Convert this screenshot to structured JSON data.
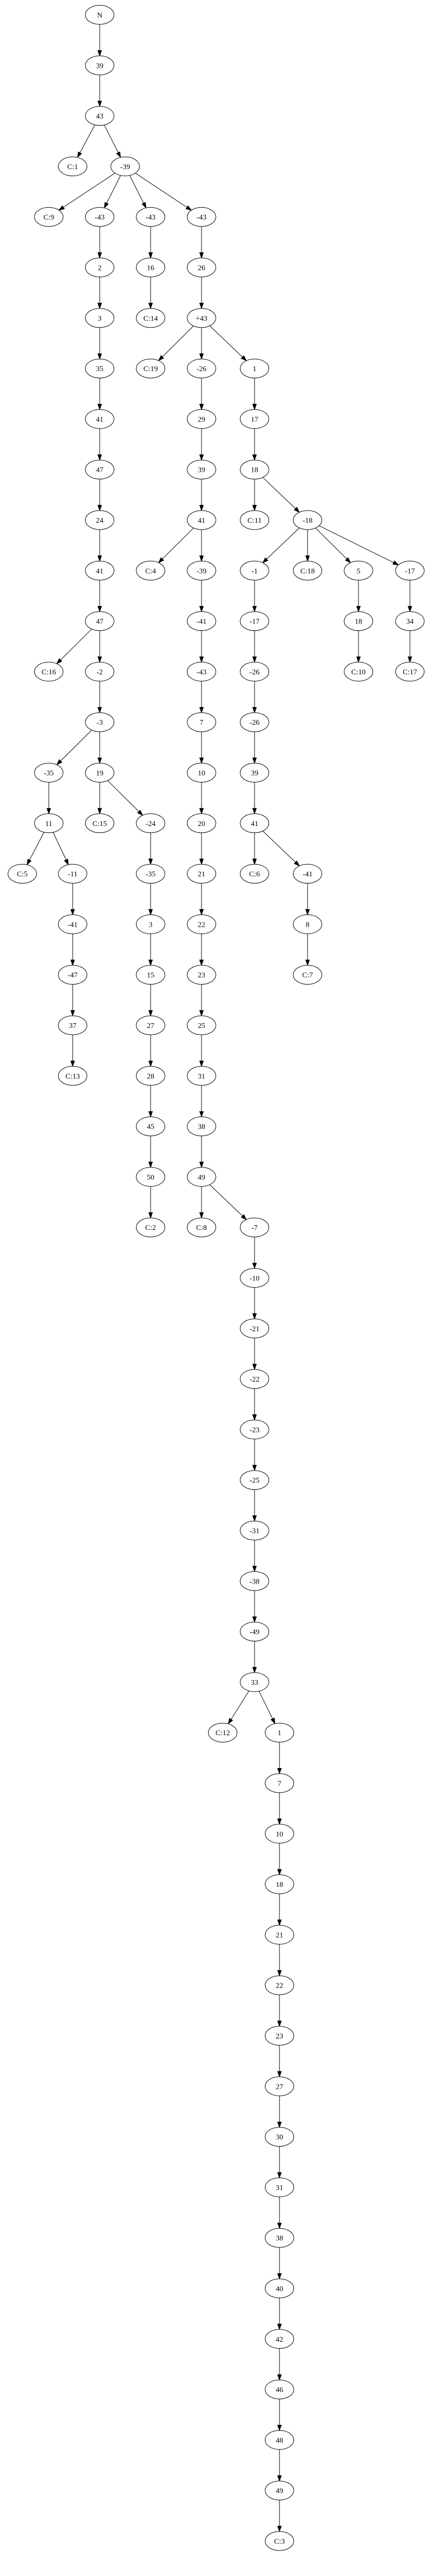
{
  "nodes": [
    {
      "id": "n0",
      "label": "N"
    },
    {
      "id": "n1",
      "label": "39"
    },
    {
      "id": "n2",
      "label": "43"
    },
    {
      "id": "n3",
      "label": "C:1"
    },
    {
      "id": "n4",
      "label": "-39"
    },
    {
      "id": "n5",
      "label": "C:9"
    },
    {
      "id": "n6",
      "label": "-43"
    },
    {
      "id": "n7",
      "label": "-43"
    },
    {
      "id": "n8",
      "label": "-43"
    },
    {
      "id": "n9",
      "label": "2"
    },
    {
      "id": "n10",
      "label": "16"
    },
    {
      "id": "n11",
      "label": "26"
    },
    {
      "id": "n12",
      "label": "3"
    },
    {
      "id": "n13",
      "label": "C:14"
    },
    {
      "id": "n14",
      "label": "+43"
    },
    {
      "id": "n15",
      "label": "35"
    },
    {
      "id": "n16",
      "label": "C:19"
    },
    {
      "id": "n17",
      "label": "-26"
    },
    {
      "id": "n18",
      "label": "1"
    },
    {
      "id": "n19",
      "label": "41"
    },
    {
      "id": "n20",
      "label": "29"
    },
    {
      "id": "n21",
      "label": "17"
    },
    {
      "id": "n22",
      "label": "47"
    },
    {
      "id": "n23",
      "label": "39"
    },
    {
      "id": "n24",
      "label": "18"
    },
    {
      "id": "n25",
      "label": "24"
    },
    {
      "id": "n26",
      "label": "41"
    },
    {
      "id": "n27",
      "label": "C:11"
    },
    {
      "id": "n28",
      "label": "-18"
    },
    {
      "id": "n29",
      "label": "41"
    },
    {
      "id": "n30",
      "label": "C:4"
    },
    {
      "id": "n31",
      "label": "-39"
    },
    {
      "id": "n32",
      "label": "-1"
    },
    {
      "id": "n33",
      "label": "C:18"
    },
    {
      "id": "n34",
      "label": "5"
    },
    {
      "id": "n35",
      "label": "-17"
    },
    {
      "id": "n36",
      "label": "47"
    },
    {
      "id": "n37",
      "label": "-41"
    },
    {
      "id": "n38",
      "label": "-17"
    },
    {
      "id": "n39",
      "label": "18"
    },
    {
      "id": "n40",
      "label": "34"
    },
    {
      "id": "n41",
      "label": "C:16"
    },
    {
      "id": "n42",
      "label": "-2"
    },
    {
      "id": "n43",
      "label": "-43"
    },
    {
      "id": "n44",
      "label": "-26"
    },
    {
      "id": "n45",
      "label": "C:10"
    },
    {
      "id": "n46",
      "label": "C:17"
    },
    {
      "id": "n47",
      "label": "-3"
    },
    {
      "id": "n48",
      "label": "7"
    },
    {
      "id": "n49",
      "label": "-26"
    },
    {
      "id": "n50",
      "label": "-35"
    },
    {
      "id": "n51",
      "label": "19"
    },
    {
      "id": "n52",
      "label": "10"
    },
    {
      "id": "n53",
      "label": "39"
    },
    {
      "id": "n54",
      "label": "11"
    },
    {
      "id": "n55",
      "label": "C:15"
    },
    {
      "id": "n56",
      "label": "-24"
    },
    {
      "id": "n57",
      "label": "20"
    },
    {
      "id": "n58",
      "label": "41"
    },
    {
      "id": "n59",
      "label": "C:5"
    },
    {
      "id": "n60",
      "label": "-11"
    },
    {
      "id": "n61",
      "label": "-35"
    },
    {
      "id": "n62",
      "label": "21"
    },
    {
      "id": "n63",
      "label": "C:6"
    },
    {
      "id": "n64",
      "label": "-41"
    },
    {
      "id": "n65",
      "label": "-41"
    },
    {
      "id": "n66",
      "label": "3"
    },
    {
      "id": "n67",
      "label": "22"
    },
    {
      "id": "n68",
      "label": "8"
    },
    {
      "id": "n69",
      "label": "-47"
    },
    {
      "id": "n70",
      "label": "15"
    },
    {
      "id": "n71",
      "label": "23"
    },
    {
      "id": "n72",
      "label": "C:7"
    },
    {
      "id": "n73",
      "label": "37"
    },
    {
      "id": "n74",
      "label": "27"
    },
    {
      "id": "n75",
      "label": "25"
    },
    {
      "id": "n76",
      "label": "C:13"
    },
    {
      "id": "n77",
      "label": "28"
    },
    {
      "id": "n78",
      "label": "31"
    },
    {
      "id": "n79",
      "label": "45"
    },
    {
      "id": "n80",
      "label": "38"
    },
    {
      "id": "n81",
      "label": "50"
    },
    {
      "id": "n82",
      "label": "49"
    },
    {
      "id": "n83",
      "label": "C:2"
    },
    {
      "id": "n84",
      "label": "C:8"
    },
    {
      "id": "n85",
      "label": "-7"
    },
    {
      "id": "n86",
      "label": "-10"
    },
    {
      "id": "n87",
      "label": "-21"
    },
    {
      "id": "n88",
      "label": "-22"
    },
    {
      "id": "n89",
      "label": "-23"
    },
    {
      "id": "n90",
      "label": "-25"
    },
    {
      "id": "n91",
      "label": "-31"
    },
    {
      "id": "n92",
      "label": "-38"
    },
    {
      "id": "n93",
      "label": "-49"
    },
    {
      "id": "n94",
      "label": "33"
    },
    {
      "id": "n95",
      "label": "C:12"
    },
    {
      "id": "n96",
      "label": "1"
    },
    {
      "id": "n97",
      "label": "7"
    },
    {
      "id": "n98",
      "label": "10"
    },
    {
      "id": "n99",
      "label": "18"
    },
    {
      "id": "n100",
      "label": "21"
    },
    {
      "id": "n101",
      "label": "22"
    },
    {
      "id": "n102",
      "label": "23"
    },
    {
      "id": "n103",
      "label": "27"
    },
    {
      "id": "n104",
      "label": "30"
    },
    {
      "id": "n105",
      "label": "31"
    },
    {
      "id": "n106",
      "label": "38"
    },
    {
      "id": "n107",
      "label": "40"
    },
    {
      "id": "n108",
      "label": "42"
    },
    {
      "id": "n109",
      "label": "46"
    },
    {
      "id": "n110",
      "label": "48"
    },
    {
      "id": "n111",
      "label": "49"
    },
    {
      "id": "n112",
      "label": "C:3"
    }
  ],
  "edges": [
    [
      "n0",
      "n1"
    ],
    [
      "n1",
      "n2"
    ],
    [
      "n2",
      "n3"
    ],
    [
      "n2",
      "n4"
    ],
    [
      "n4",
      "n5"
    ],
    [
      "n4",
      "n6"
    ],
    [
      "n4",
      "n7"
    ],
    [
      "n4",
      "n8"
    ],
    [
      "n6",
      "n9"
    ],
    [
      "n7",
      "n10"
    ],
    [
      "n8",
      "n11"
    ],
    [
      "n9",
      "n12"
    ],
    [
      "n10",
      "n13"
    ],
    [
      "n11",
      "n14"
    ],
    [
      "n12",
      "n15"
    ],
    [
      "n14",
      "n16"
    ],
    [
      "n14",
      "n17"
    ],
    [
      "n14",
      "n18"
    ],
    [
      "n15",
      "n19"
    ],
    [
      "n17",
      "n20"
    ],
    [
      "n18",
      "n21"
    ],
    [
      "n19",
      "n22"
    ],
    [
      "n20",
      "n23"
    ],
    [
      "n21",
      "n24"
    ],
    [
      "n22",
      "n25"
    ],
    [
      "n23",
      "n26"
    ],
    [
      "n24",
      "n27"
    ],
    [
      "n24",
      "n28"
    ],
    [
      "n25",
      "n29"
    ],
    [
      "n26",
      "n30"
    ],
    [
      "n26",
      "n31"
    ],
    [
      "n28",
      "n32"
    ],
    [
      "n28",
      "n33"
    ],
    [
      "n28",
      "n34"
    ],
    [
      "n28",
      "n35"
    ],
    [
      "n29",
      "n36"
    ],
    [
      "n31",
      "n37"
    ],
    [
      "n32",
      "n38"
    ],
    [
      "n34",
      "n39"
    ],
    [
      "n35",
      "n40"
    ],
    [
      "n36",
      "n41"
    ],
    [
      "n36",
      "n42"
    ],
    [
      "n37",
      "n43"
    ],
    [
      "n38",
      "n44"
    ],
    [
      "n39",
      "n45"
    ],
    [
      "n40",
      "n46"
    ],
    [
      "n42",
      "n47"
    ],
    [
      "n43",
      "n48"
    ],
    [
      "n44",
      "n49"
    ],
    [
      "n47",
      "n50"
    ],
    [
      "n47",
      "n51"
    ],
    [
      "n48",
      "n52"
    ],
    [
      "n49",
      "n53"
    ],
    [
      "n50",
      "n54"
    ],
    [
      "n51",
      "n55"
    ],
    [
      "n51",
      "n56"
    ],
    [
      "n52",
      "n57"
    ],
    [
      "n53",
      "n58"
    ],
    [
      "n54",
      "n59"
    ],
    [
      "n54",
      "n60"
    ],
    [
      "n56",
      "n61"
    ],
    [
      "n57",
      "n62"
    ],
    [
      "n58",
      "n63"
    ],
    [
      "n58",
      "n64"
    ],
    [
      "n60",
      "n65"
    ],
    [
      "n61",
      "n66"
    ],
    [
      "n62",
      "n67"
    ],
    [
      "n64",
      "n68"
    ],
    [
      "n65",
      "n69"
    ],
    [
      "n66",
      "n70"
    ],
    [
      "n67",
      "n71"
    ],
    [
      "n68",
      "n72"
    ],
    [
      "n69",
      "n73"
    ],
    [
      "n70",
      "n74"
    ],
    [
      "n71",
      "n75"
    ],
    [
      "n73",
      "n76"
    ],
    [
      "n74",
      "n77"
    ],
    [
      "n75",
      "n78"
    ],
    [
      "n77",
      "n79"
    ],
    [
      "n78",
      "n80"
    ],
    [
      "n79",
      "n81"
    ],
    [
      "n80",
      "n82"
    ],
    [
      "n81",
      "n83"
    ],
    [
      "n82",
      "n84"
    ],
    [
      "n82",
      "n85"
    ],
    [
      "n85",
      "n86"
    ],
    [
      "n86",
      "n87"
    ],
    [
      "n87",
      "n88"
    ],
    [
      "n88",
      "n89"
    ],
    [
      "n89",
      "n90"
    ],
    [
      "n90",
      "n91"
    ],
    [
      "n91",
      "n92"
    ],
    [
      "n92",
      "n93"
    ],
    [
      "n93",
      "n94"
    ],
    [
      "n94",
      "n95"
    ],
    [
      "n94",
      "n96"
    ],
    [
      "n96",
      "n97"
    ],
    [
      "n97",
      "n98"
    ],
    [
      "n98",
      "n99"
    ],
    [
      "n99",
      "n100"
    ],
    [
      "n100",
      "n101"
    ],
    [
      "n101",
      "n102"
    ],
    [
      "n102",
      "n103"
    ],
    [
      "n103",
      "n104"
    ],
    [
      "n104",
      "n105"
    ],
    [
      "n105",
      "n106"
    ],
    [
      "n106",
      "n107"
    ],
    [
      "n107",
      "n108"
    ],
    [
      "n108",
      "n109"
    ],
    [
      "n109",
      "n110"
    ],
    [
      "n110",
      "n111"
    ],
    [
      "n111",
      "n112"
    ]
  ]
}
